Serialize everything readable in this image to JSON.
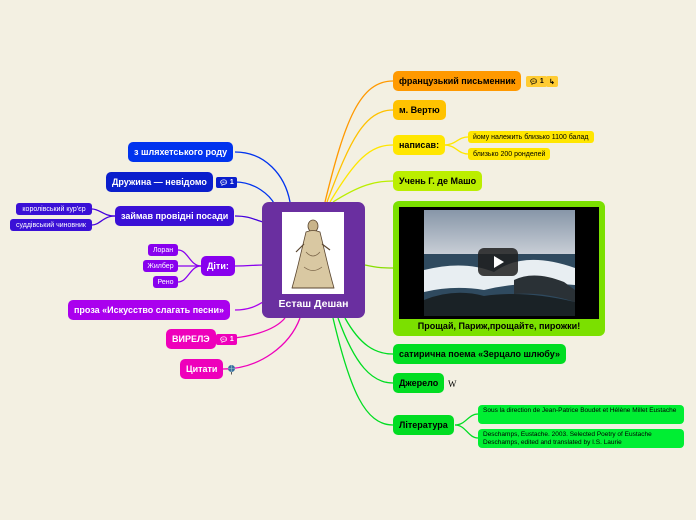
{
  "central": {
    "title": "Еcташ Дешан"
  },
  "right": {
    "writer": "французький письменник",
    "writer_badge": "1",
    "birthplace": "м. Вертю",
    "wrote": "написав:",
    "wrote_items": [
      "йому належить близько 1100 балад",
      "близько 200 ронделей"
    ],
    "pupil": "Учень Г. де Машо",
    "video_caption": "Прощай, Париж,прощайте, пирожки!",
    "satire": "сатирична поема «Зерцало шлюбу»",
    "source": "Джерело",
    "source_icon": "W",
    "literature": "Література",
    "literature_items": [
      "Sous la direction de Jean-Patrice Boudet et Hélène Millet Eustache",
      "Deschamps, Eustache. 2003. Selected Poetry of Eustache Deschamps, edited and translated by I.S. Laurie"
    ]
  },
  "left": {
    "nobility": "з шляхетського роду",
    "wife": "Дружина — невідомо",
    "wife_badge": "1",
    "posts": "займав провідні посади",
    "posts_items": [
      "королівський кур'єр",
      "суддівський чиновник"
    ],
    "children": "Діти:",
    "children_items": [
      "Лоран",
      "Жилбер",
      "Рено"
    ],
    "prose": "проза «Искусство слагать песни»",
    "virelai": "ВИРЕЛЭ",
    "virelai_badge": "1",
    "quotes": "Цитати"
  },
  "colors": {
    "orange": "#ff9900",
    "yellow": "#ffee00",
    "lime": "#aaee00",
    "green": "#00dd22",
    "blue": "#0033ee",
    "purple": "#8800ee",
    "magenta": "#ee00bb"
  }
}
